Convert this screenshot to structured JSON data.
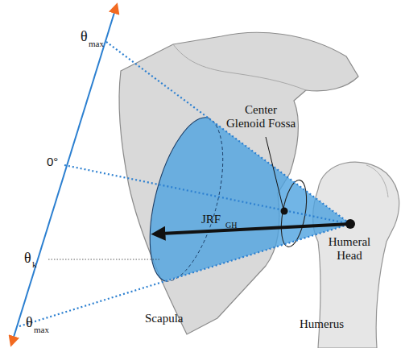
{
  "diagram": {
    "labels": [
      "θ",
      "max",
      "0°",
      "θ",
      "k",
      "θ",
      "max",
      "JRF",
      "GH",
      "Center Glenoid Fossa",
      "Humeral Head",
      "Scapula",
      "Humerus"
    ]
  }
}
